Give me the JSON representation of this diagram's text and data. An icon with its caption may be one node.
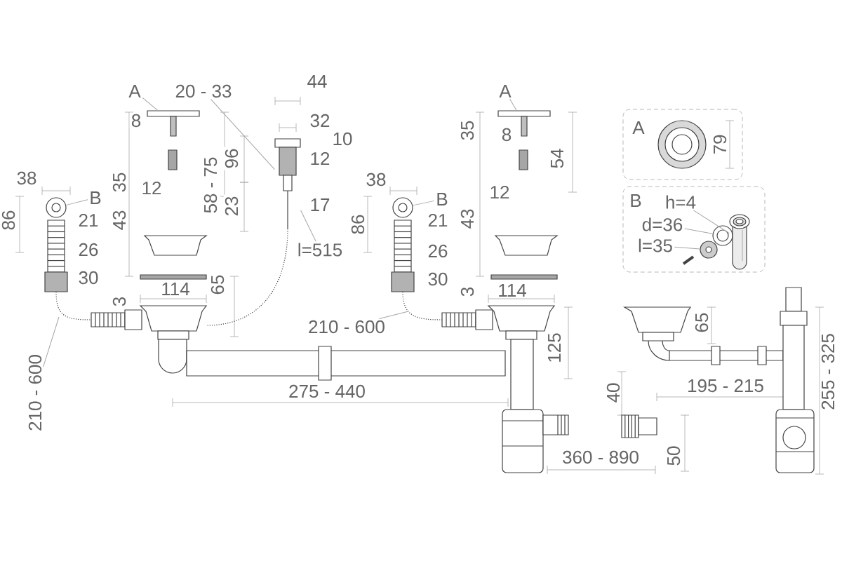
{
  "diagram": {
    "nodes": [
      {
        "text": [
          "A"
        ]
      },
      {
        "text": [
          "20 - 33"
        ]
      },
      {
        "text": [
          "A"
        ]
      },
      {
        "text": [
          "A",
          "79"
        ]
      },
      {
        "text": [
          "B"
        ]
      },
      {
        "text": [
          "B"
        ]
      },
      {
        "text": [
          "B"
        ]
      },
      {
        "text": [
          "h=4"
        ],
        "in": 6
      },
      {
        "text": [
          "d=36"
        ],
        "in": 6
      },
      {
        "text": [
          "l=35"
        ],
        "in": 6
      },
      {
        "text": [
          "l=515"
        ]
      },
      {
        "text": [
          "210 - 600"
        ]
      },
      {
        "text": [
          "210 - 600"
        ]
      },
      {
        "text": [],
        "shape": "picture"
      },
      {
        "text": [],
        "shape": "picture"
      },
      {
        "text": [],
        "shape": "picture"
      },
      {
        "text": [],
        "shape": "picture"
      },
      {
        "text": [],
        "shape": "picture"
      },
      {
        "text": [],
        "shape": "picture",
        "in": 6
      },
      {
        "text": [],
        "shape": "picture",
        "in": 6
      },
      {
        "text": [],
        "shape": "picture",
        "in": 6
      }
    ],
    "edges": [
      {
        "from": 0,
        "to": 13,
        "arrow": "none"
      },
      {
        "from": 1,
        "to": 14,
        "arrow": "none"
      },
      {
        "from": 2,
        "to": 15,
        "arrow": "none"
      },
      {
        "from": 4,
        "to": 16,
        "arrow": "none"
      },
      {
        "from": 5,
        "to": 17,
        "arrow": "none"
      },
      {
        "from": 7,
        "to": 18,
        "arrow": "none"
      },
      {
        "from": 8,
        "to": 19,
        "arrow": "none"
      },
      {
        "from": 9,
        "to": 20,
        "arrow": "none"
      },
      {
        "from": 10,
        "to": 14,
        "arrow": "none"
      },
      {
        "from": 11,
        "to": null,
        "arrow": "none"
      },
      {
        "from": 12,
        "to": null,
        "arrow": "none"
      }
    ],
    "labels": [
      "44",
      "8",
      "32",
      "10",
      "35",
      "8",
      "96",
      "12",
      "54",
      "35",
      "58 - 75",
      "38",
      "38",
      "12",
      "12",
      "23",
      "17",
      "86",
      "21",
      "43",
      "86",
      "21",
      "43",
      "26",
      "26",
      "30",
      "30",
      "65",
      "114",
      "114",
      "3",
      "3",
      "65",
      "125",
      "275 - 440",
      "195 - 215",
      "40",
      "255 - 325",
      "360 - 890",
      "50"
    ]
  }
}
